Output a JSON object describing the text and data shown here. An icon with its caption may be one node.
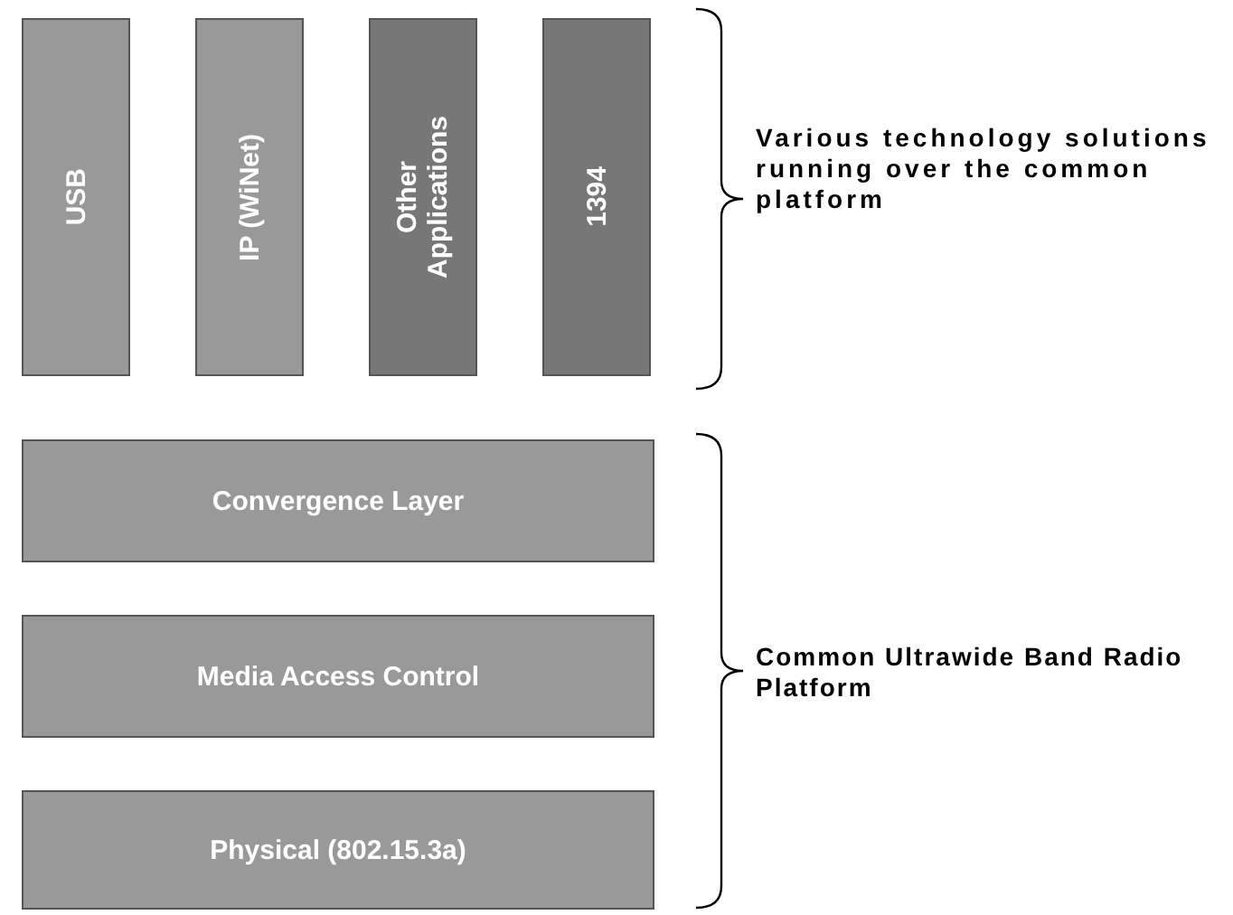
{
  "diagram": {
    "nodes": [
      {
        "text": [
          "USB"
        ]
      },
      {
        "text": [
          "IP (WiNet)"
        ]
      },
      {
        "text": [
          "Other Applications"
        ]
      },
      {
        "text": [
          "1394"
        ]
      },
      {
        "text": [
          "Convergence Layer"
        ]
      },
      {
        "text": [
          "Media Access Control"
        ]
      },
      {
        "text": [
          "Physical (802.15.3a)"
        ]
      }
    ],
    "edges": [],
    "labels": [
      "Various technology solutions running over the common platform",
      "Common Ultrawide Band Radio Platform"
    ]
  }
}
